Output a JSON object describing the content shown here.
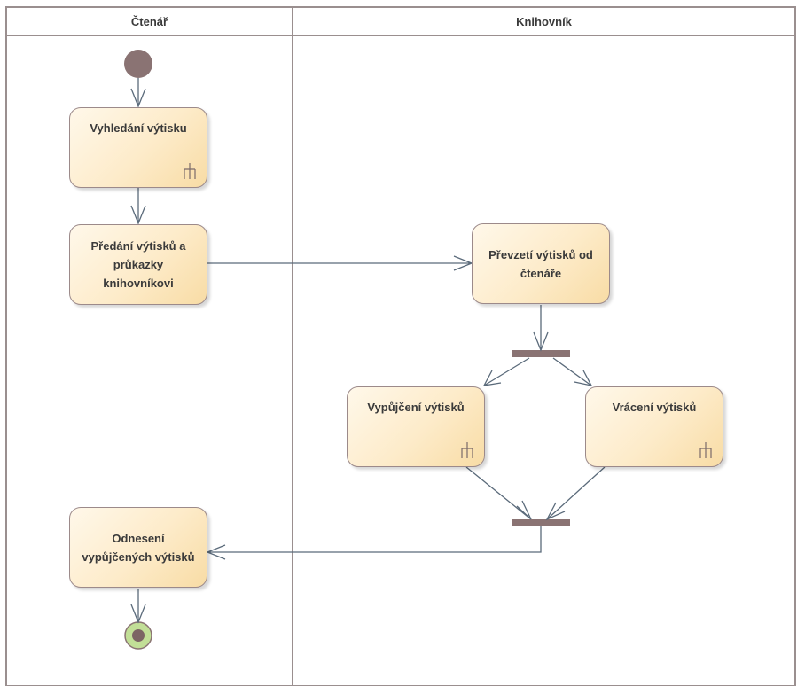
{
  "lanes": [
    {
      "id": "reader",
      "label": "Čtenář"
    },
    {
      "id": "librarian",
      "label": "Knihovník"
    }
  ],
  "actions": {
    "search": "Vyhledání výtisku",
    "handover": "Předání výtisků a\nprůkazky\nknihovníkovi",
    "receive": "Převzetí výtisků od\nčtenáře",
    "lend": "Vypůjčení výtisků",
    "return": "Vrácení výtisků",
    "takeaway": "Odnesení\nvypůjčených výtisků"
  },
  "colors": {
    "node_fill": "#f8dca5",
    "node_border": "#9c8a8a",
    "initial_node": "#8a7373",
    "final_outer": "#c2df97",
    "final_inner": "#7c6464",
    "fork_bar": "#8a7373",
    "edge": "#5a6a7a",
    "lane_border": "#9a8f8f"
  }
}
